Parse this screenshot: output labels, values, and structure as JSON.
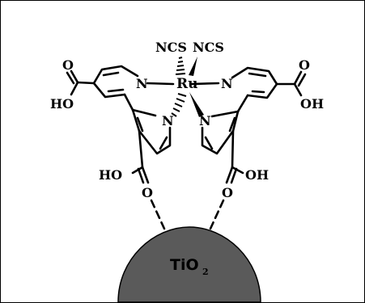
{
  "molecule": {
    "metal": "Ru",
    "thiocyanate_left": "NCS",
    "thiocyanate_right": "NCS",
    "nitrogen": "N",
    "oxygen": "O",
    "hydroxyl": "HO",
    "hydroxyl_right": "OH"
  },
  "substrate": {
    "label_main": "TiO",
    "label_sub": "2",
    "fill_color": "#5a5a5a"
  },
  "colors": {
    "line": "#000000",
    "background": "#ffffff"
  }
}
